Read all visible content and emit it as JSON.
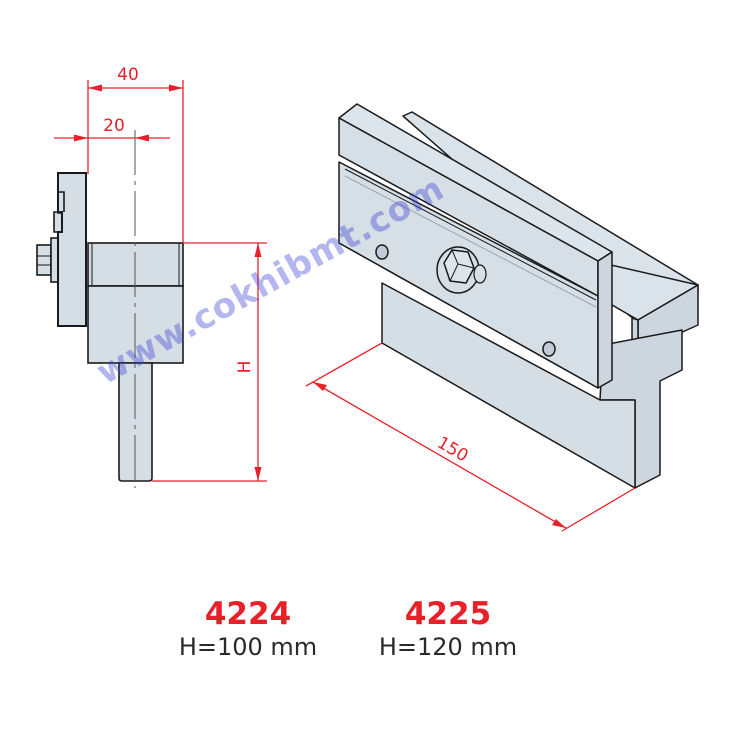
{
  "colors": {
    "accent_red": "#e8202a",
    "part_fill": "#d5dde5",
    "part_fill_dark": "#c3ccd6",
    "outline": "#1a1a1a",
    "watermark": "#3a3fd6"
  },
  "side_view": {
    "dim_top_width": "40",
    "dim_offset": "20",
    "dim_height": "H"
  },
  "iso_view": {
    "dim_length": "150"
  },
  "watermark": {
    "text": "www.cokhibmt.com"
  },
  "products": [
    {
      "code": "4224",
      "height_label": "H=100 mm"
    },
    {
      "code": "4225",
      "height_label": "H=120 mm"
    }
  ]
}
